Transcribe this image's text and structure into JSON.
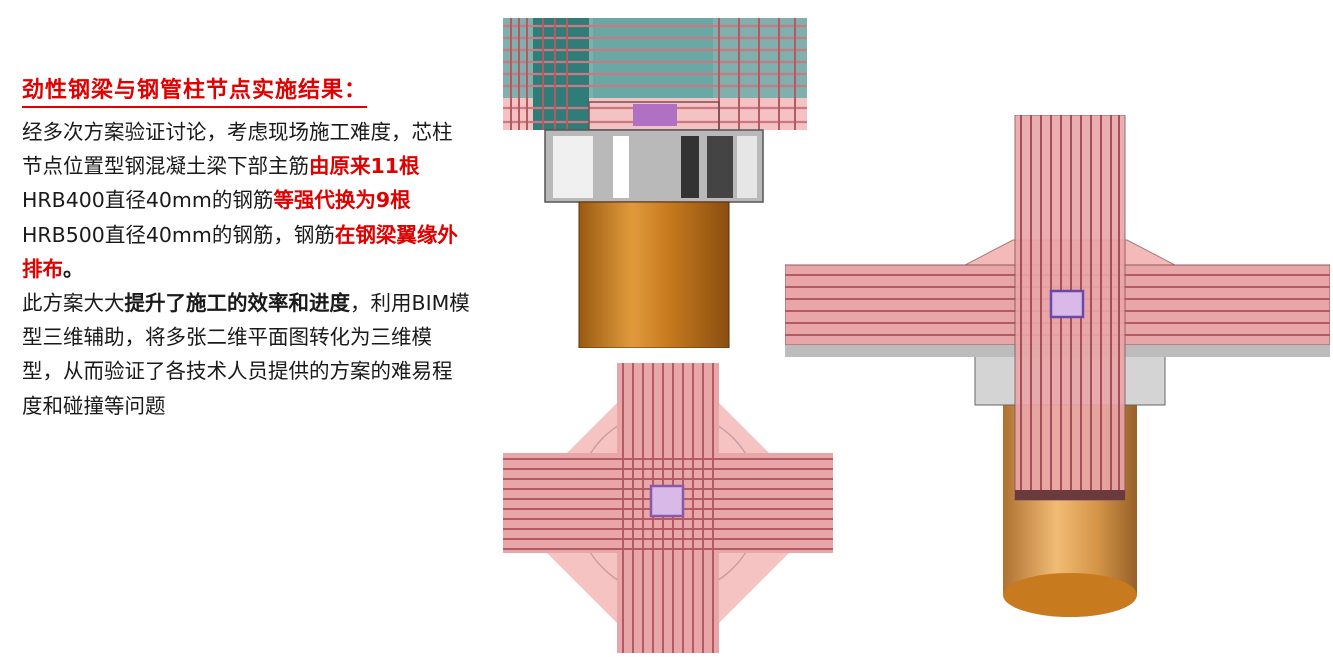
{
  "title": "劲性钢梁与钢管柱节点实施结果：",
  "para1": {
    "t1": "经多次方案验证讨论，考虑现场施工难度，芯柱节点位置型钢混凝土梁下部主筋",
    "h1": "由原来11根",
    "t2": "HRB400直径40mm的钢筋",
    "h2": "等强代换为9根",
    "t3": "HRB500直径40mm的钢筋，钢筋",
    "h3": "在钢梁翼缘外排布",
    "t4": "。"
  },
  "para2": {
    "t1": "此方案大大",
    "b1": "提升了施工的效率和进度",
    "t2": "，利用BIM模型三维辅助，将多张二维平面图转化为三维模型，从而验证了各技术人员提供的方案的难易程度和碰撞等问题"
  },
  "colors": {
    "accent": "#e00000",
    "rebar": "#c9797f",
    "concrete": "#f4b9b9",
    "steel_tube": "#c77a1e",
    "steel_plate": "#4a9c9a"
  }
}
